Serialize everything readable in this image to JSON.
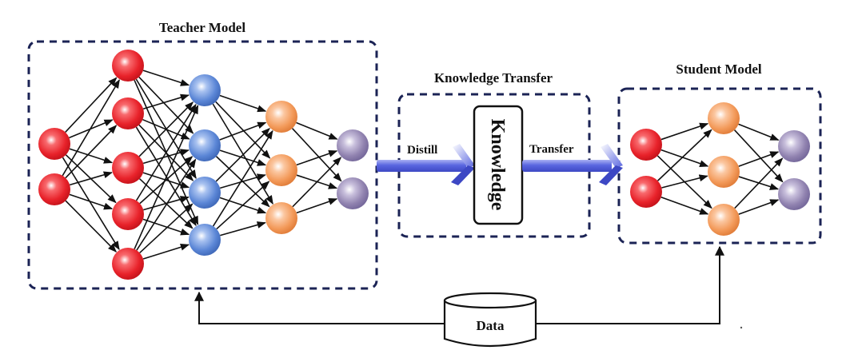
{
  "teacher": {
    "title": "Teacher Model",
    "layers": [
      {
        "color": "red",
        "count": 2
      },
      {
        "color": "red",
        "count": 5
      },
      {
        "color": "blue",
        "count": 4
      },
      {
        "color": "orange",
        "count": 3
      },
      {
        "color": "purple",
        "count": 2
      }
    ]
  },
  "transfer": {
    "title": "Knowledge Transfer",
    "distill_label": "Distill",
    "knowledge_label": "Knowledge",
    "transfer_label": "Transfer"
  },
  "student": {
    "title": "Student Model",
    "layers": [
      {
        "color": "red",
        "count": 2
      },
      {
        "color": "orange",
        "count": 3
      },
      {
        "color": "purple",
        "count": 2
      }
    ]
  },
  "data_store": {
    "label": "Data"
  },
  "colors": {
    "red": "#e8222a",
    "blue": "#5b86d6",
    "orange": "#f39a5a",
    "purple": "#9183b0",
    "box_border": "#1b2355",
    "arrow": "#4a56d8"
  }
}
